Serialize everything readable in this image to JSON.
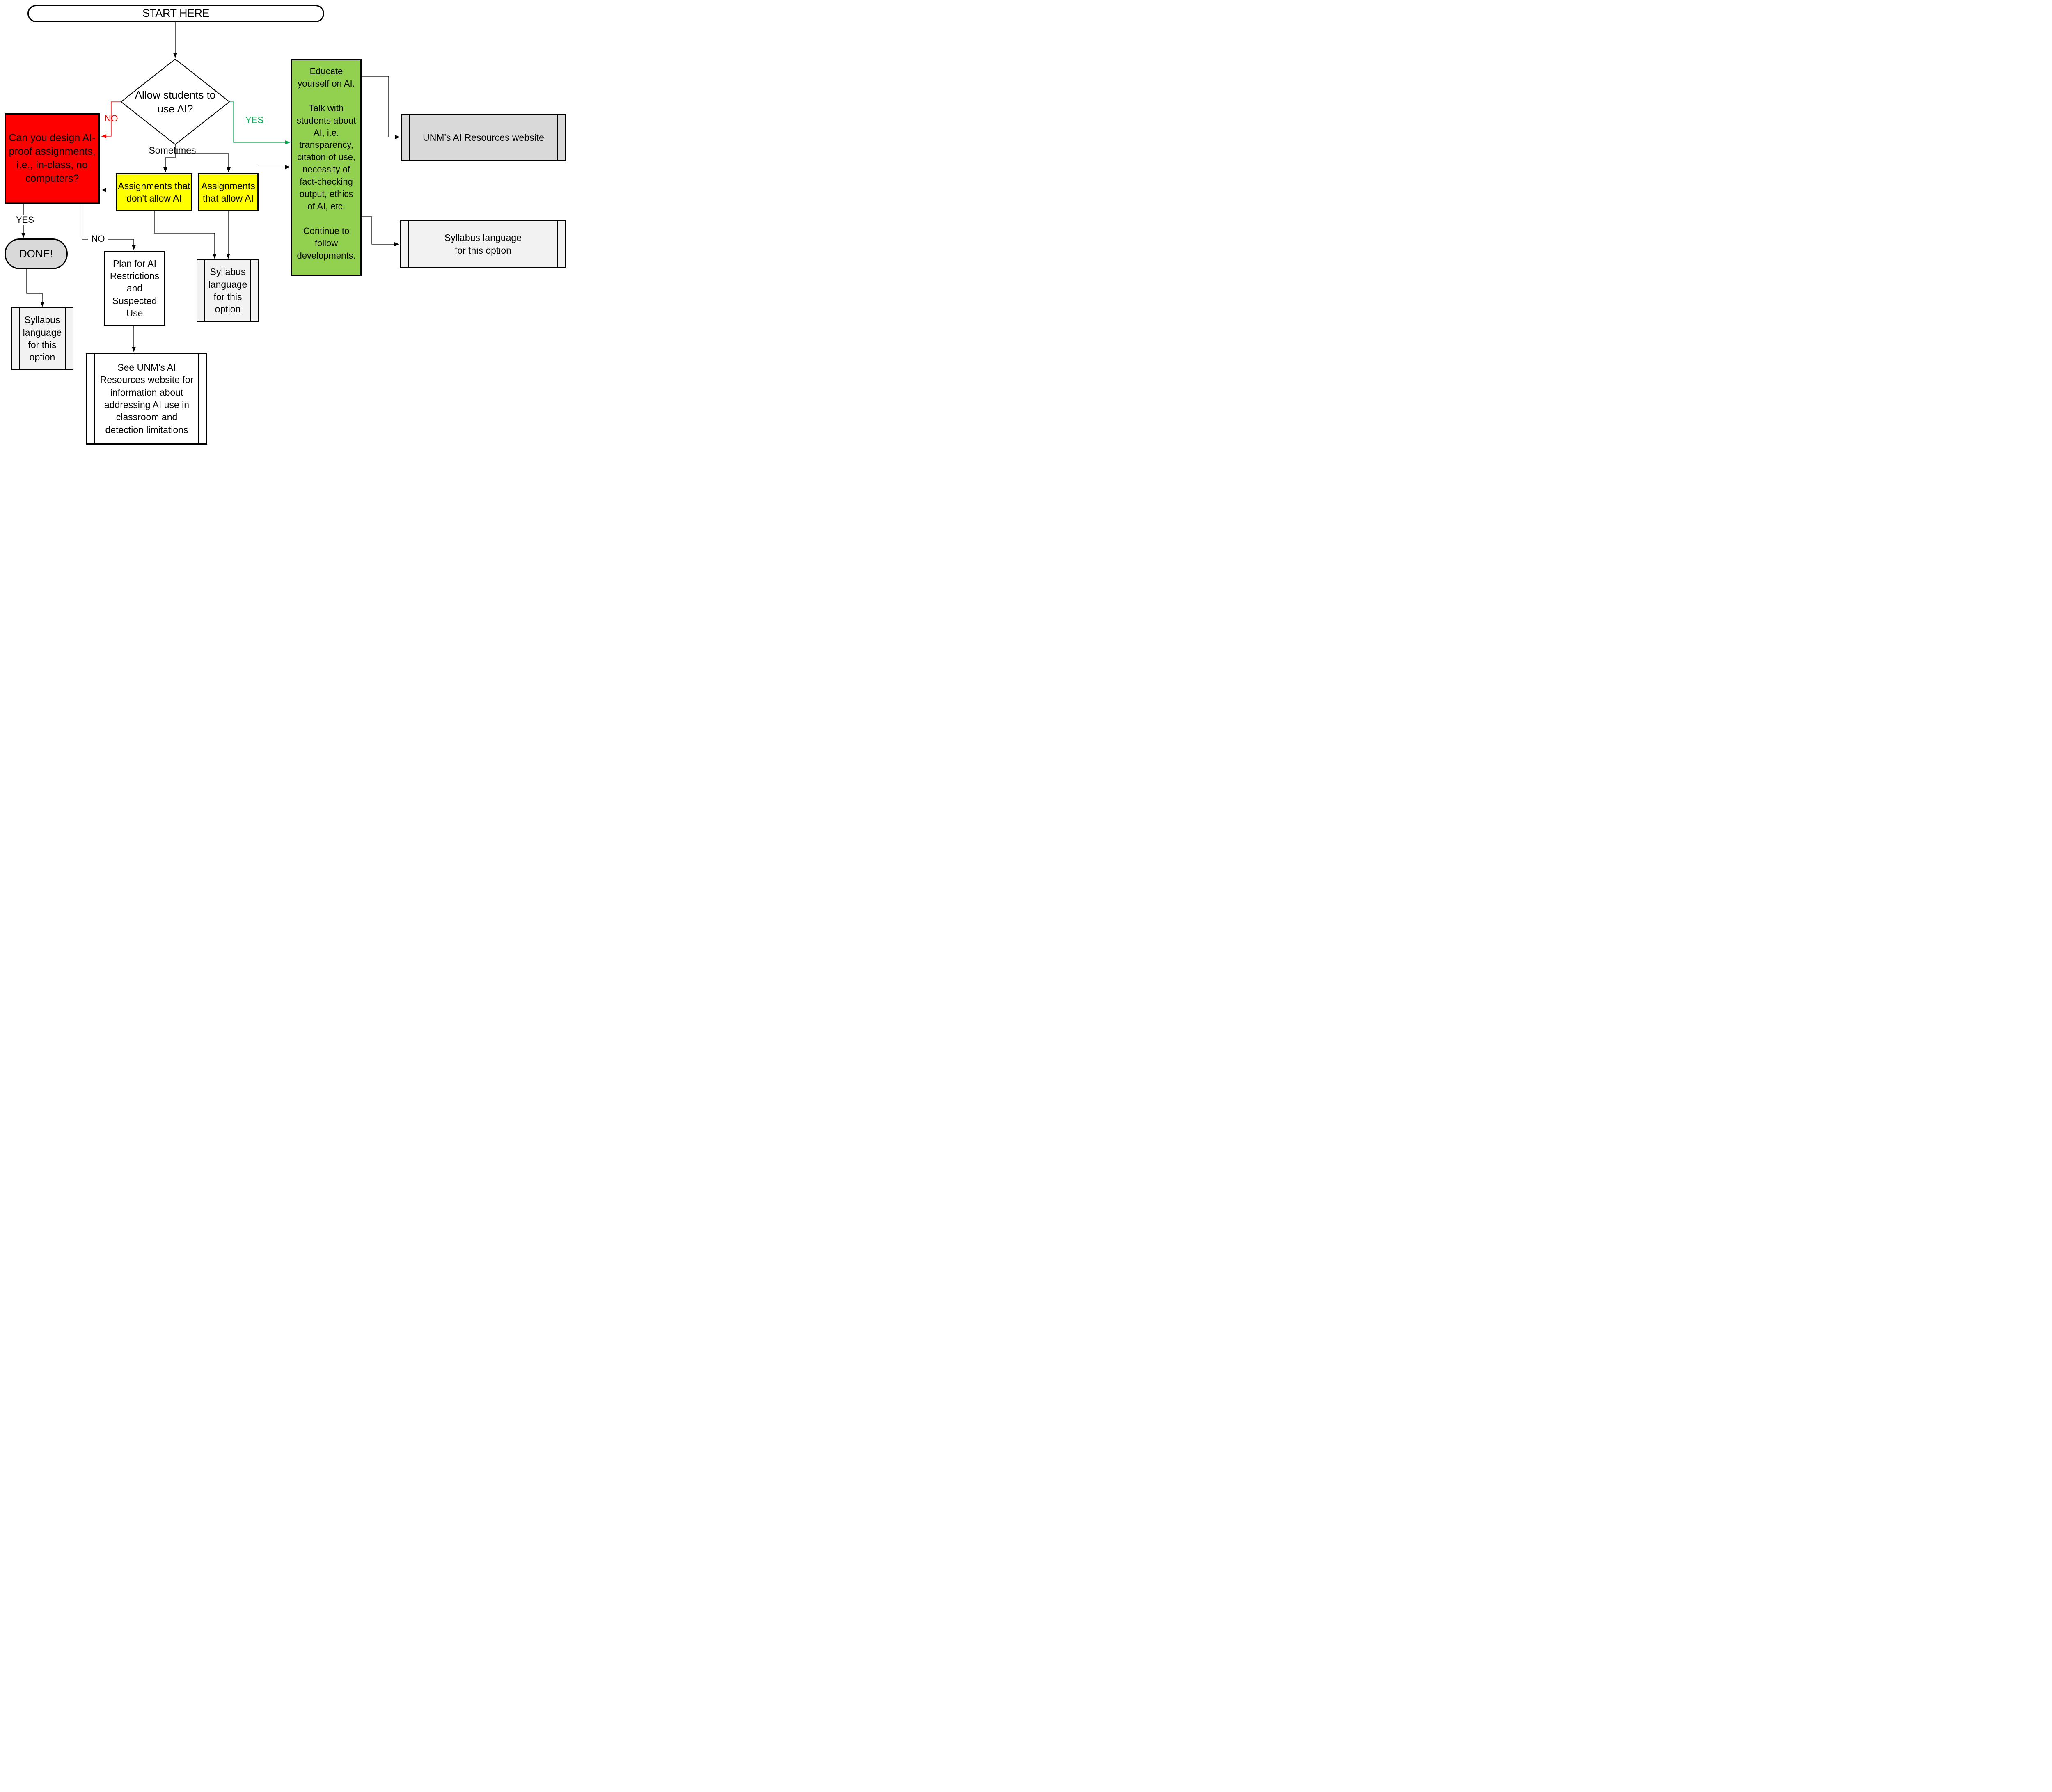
{
  "colors": {
    "decision_no_red": "#ff0000",
    "decision_yes_green": "#00b050",
    "red_box_fill": "#ff0000",
    "green_box_fill": "#92d050",
    "yellow_box_fill": "#ffff00",
    "gray_fill": "#d9d9d9",
    "light_gray_fill": "#f2f2f2"
  },
  "nodes": {
    "start": {
      "label": "START HERE"
    },
    "decision": {
      "label": "Allow students to\nuse AI?"
    },
    "ai_proof": {
      "label": "Can you design AI-\nproof assignments,\ni.e., in-class, no\ncomputers?"
    },
    "educate": {
      "label": "Educate\nyourself on AI.\n\nTalk with\nstudents about\nAI, i.e.\ntransparency,\ncitation of use,\nnecessity of\nfact-checking\noutput, ethics\nof AI, etc.\n\nContinue to\nfollow\ndevelopments."
    },
    "unm_website": {
      "label": "UNM's AI Resources website"
    },
    "syllabus_right": {
      "label": "Syllabus language\nfor this option"
    },
    "assignments_no_ai": {
      "label": "Assignments that\ndon't allow AI"
    },
    "assignments_allow_ai": {
      "label": "Assignments\nthat allow AI"
    },
    "done": {
      "label": "DONE!"
    },
    "plan": {
      "label": "Plan for AI\nRestrictions\nand\nSuspected\nUse"
    },
    "syllabus_mid": {
      "label": "Syllabus\nlanguage\nfor this\noption"
    },
    "syllabus_left": {
      "label": "Syllabus\nlanguage\nfor this\noption"
    },
    "see_unm": {
      "label": "See UNM's AI\nResources website for\ninformation about\naddressing AI use in\nclassroom and\ndetection limitations"
    }
  },
  "edge_labels": {
    "no_to_ai_proof": "NO",
    "yes_to_educate": "YES",
    "sometimes": "Sometimes",
    "yes_to_done": "YES",
    "no_to_plan": "NO"
  }
}
